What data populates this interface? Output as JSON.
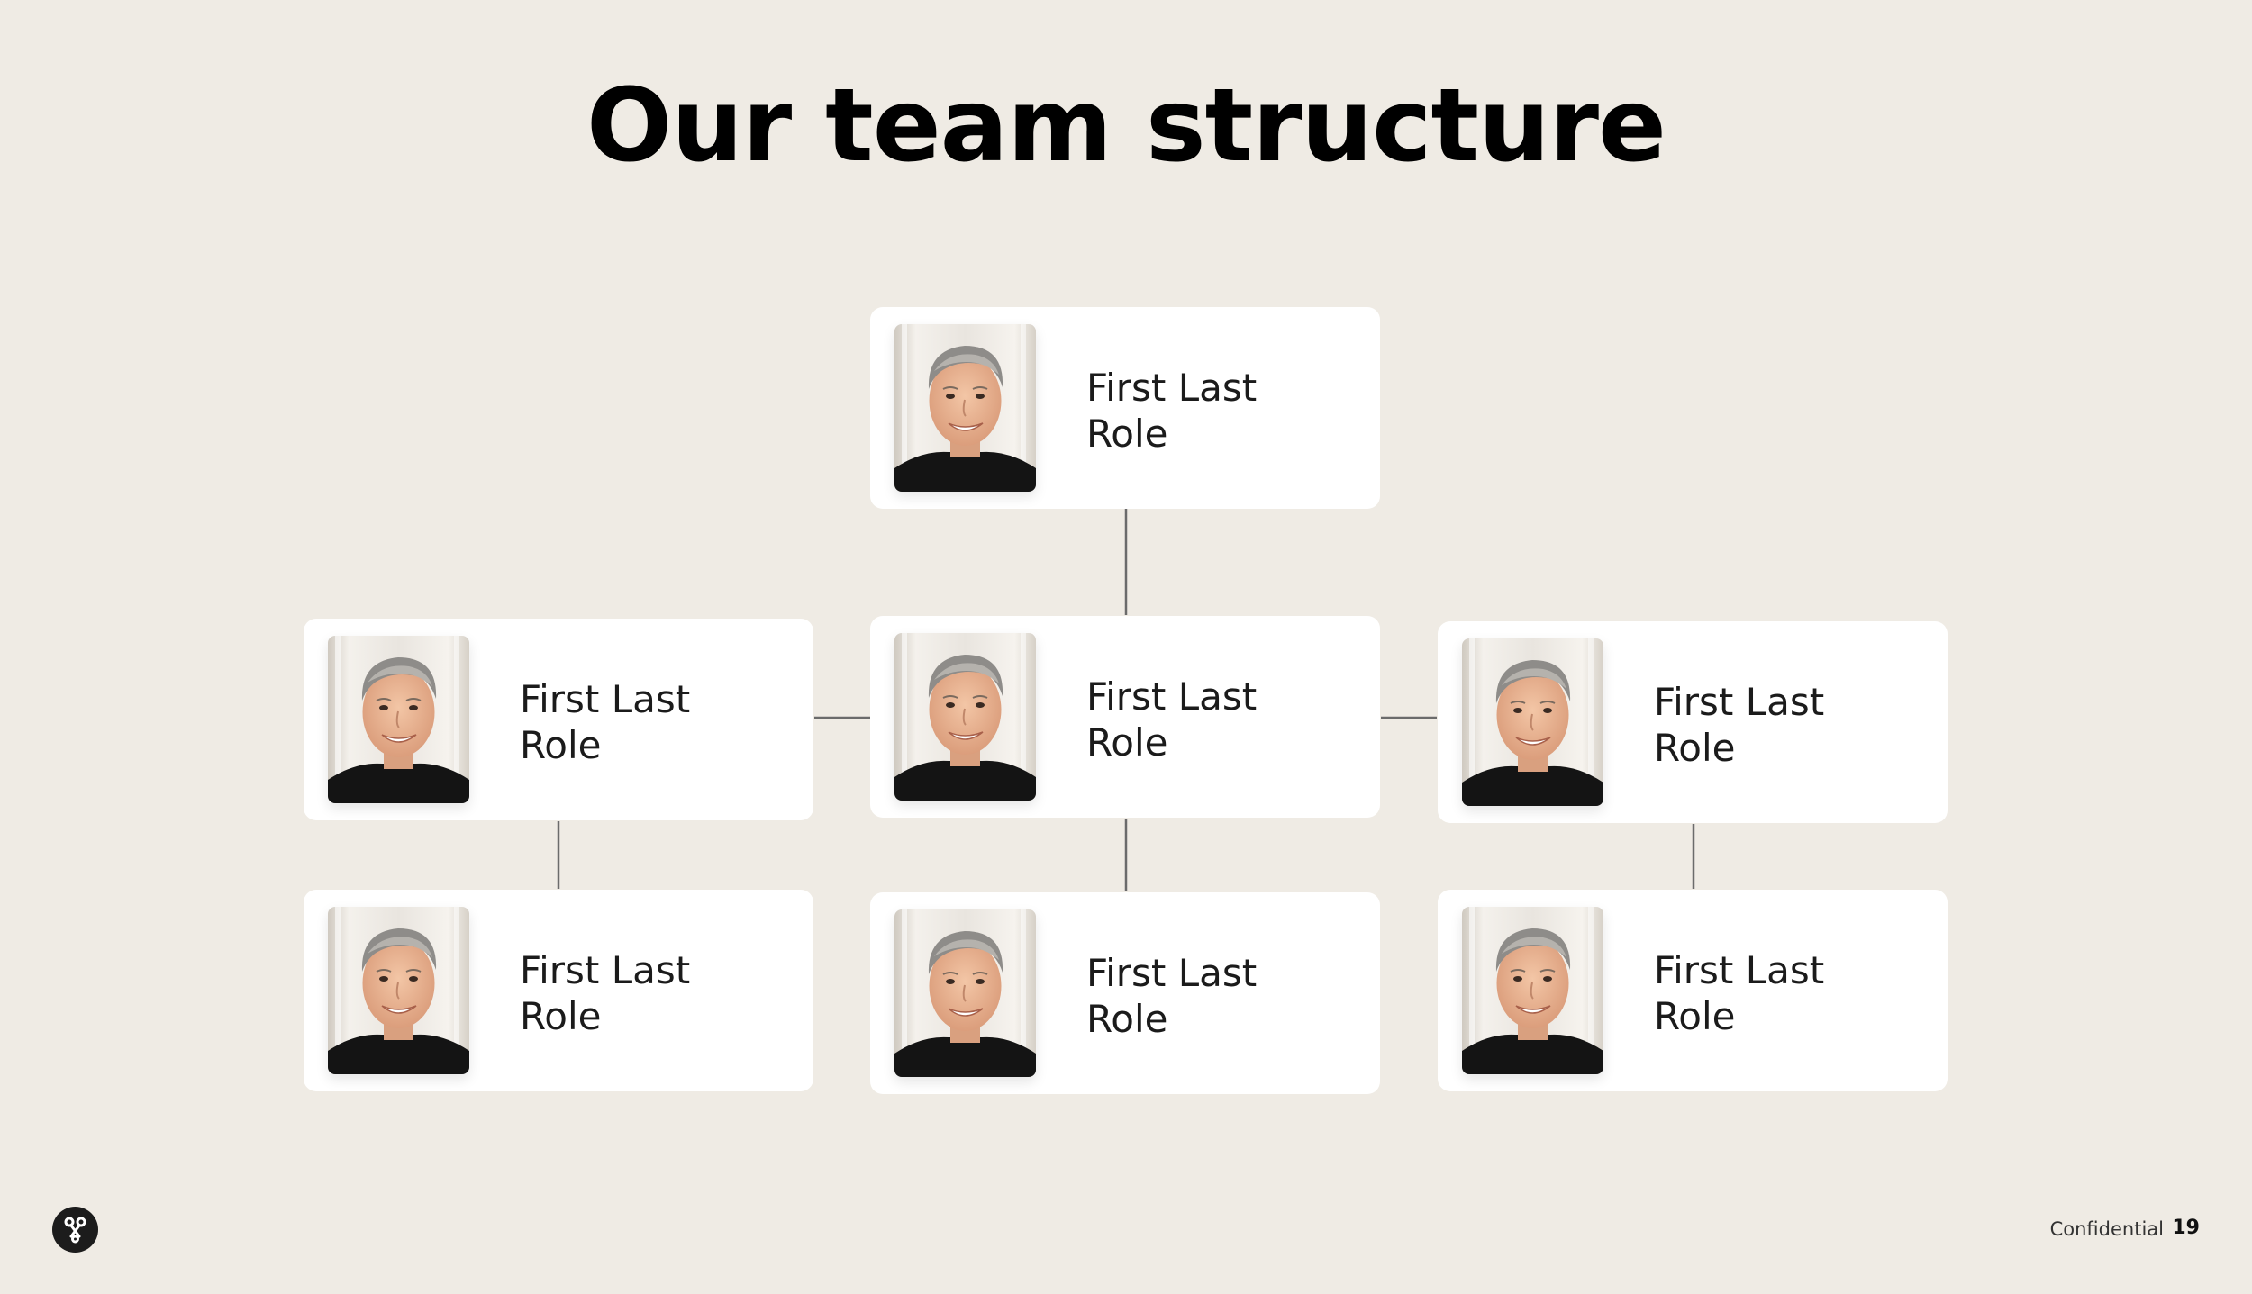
{
  "slide": {
    "title": "Our team structure",
    "background": "#efebe4",
    "card_color": "#ffffff",
    "connector_color": "#6b6b6b"
  },
  "org_chart": {
    "root": {
      "name": "First Last",
      "role": "Role"
    },
    "level2": [
      {
        "name": "First Last",
        "role": "Role"
      },
      {
        "name": "First Last",
        "role": "Role"
      },
      {
        "name": "First Last",
        "role": "Role"
      }
    ],
    "level3": [
      {
        "name": "First Last",
        "role": "Role"
      },
      {
        "name": "First Last",
        "role": "Role"
      },
      {
        "name": "First Last",
        "role": "Role"
      }
    ]
  },
  "footer": {
    "label": "Confidential",
    "page_number": "19",
    "logo_icon": "brand-logo-icon"
  }
}
